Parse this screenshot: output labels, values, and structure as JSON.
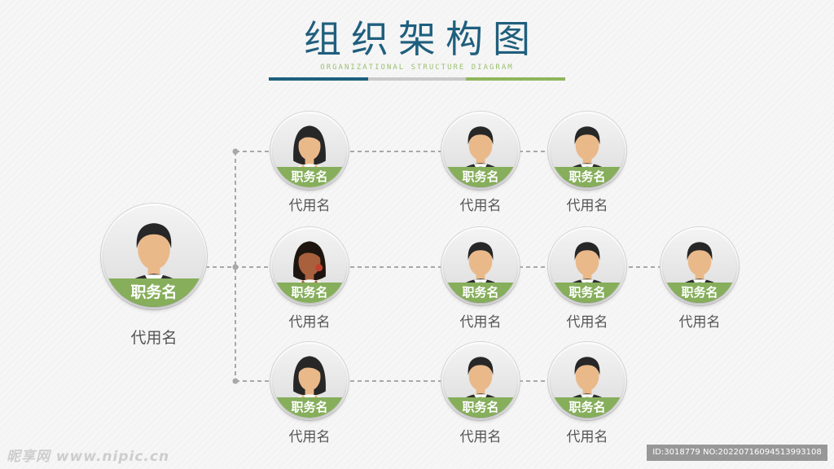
{
  "header": {
    "title": "组织架构图",
    "subtitle": "ORGANIZATIONAL STRUCTURE DIAGRAM"
  },
  "colors": {
    "title": "#1f5f7e",
    "accent_green": "#86ae5b",
    "divider_gray": "#c9c9c9",
    "connector": "#a8a8a8"
  },
  "chart": {
    "root": {
      "role": "职务名",
      "name": "代用名",
      "avatar": "male"
    },
    "branches": [
      {
        "nodes": [
          {
            "role": "职务名",
            "name": "代用名",
            "avatar": "female"
          },
          {
            "role": "职务名",
            "name": "代用名",
            "avatar": "male"
          },
          {
            "role": "职务名",
            "name": "代用名",
            "avatar": "male"
          }
        ]
      },
      {
        "nodes": [
          {
            "role": "职务名",
            "name": "代用名",
            "avatar": "female-photo"
          },
          {
            "role": "职务名",
            "name": "代用名",
            "avatar": "male"
          },
          {
            "role": "职务名",
            "name": "代用名",
            "avatar": "male"
          },
          {
            "role": "职务名",
            "name": "代用名",
            "avatar": "male"
          }
        ]
      },
      {
        "nodes": [
          {
            "role": "职务名",
            "name": "代用名",
            "avatar": "female"
          },
          {
            "role": "职务名",
            "name": "代用名",
            "avatar": "male"
          },
          {
            "role": "职务名",
            "name": "代用名",
            "avatar": "male"
          }
        ]
      }
    ]
  },
  "watermark": {
    "left": "昵享网 www.nipic.cn",
    "right": "ID:3018779 NO:20220716094513993108"
  }
}
